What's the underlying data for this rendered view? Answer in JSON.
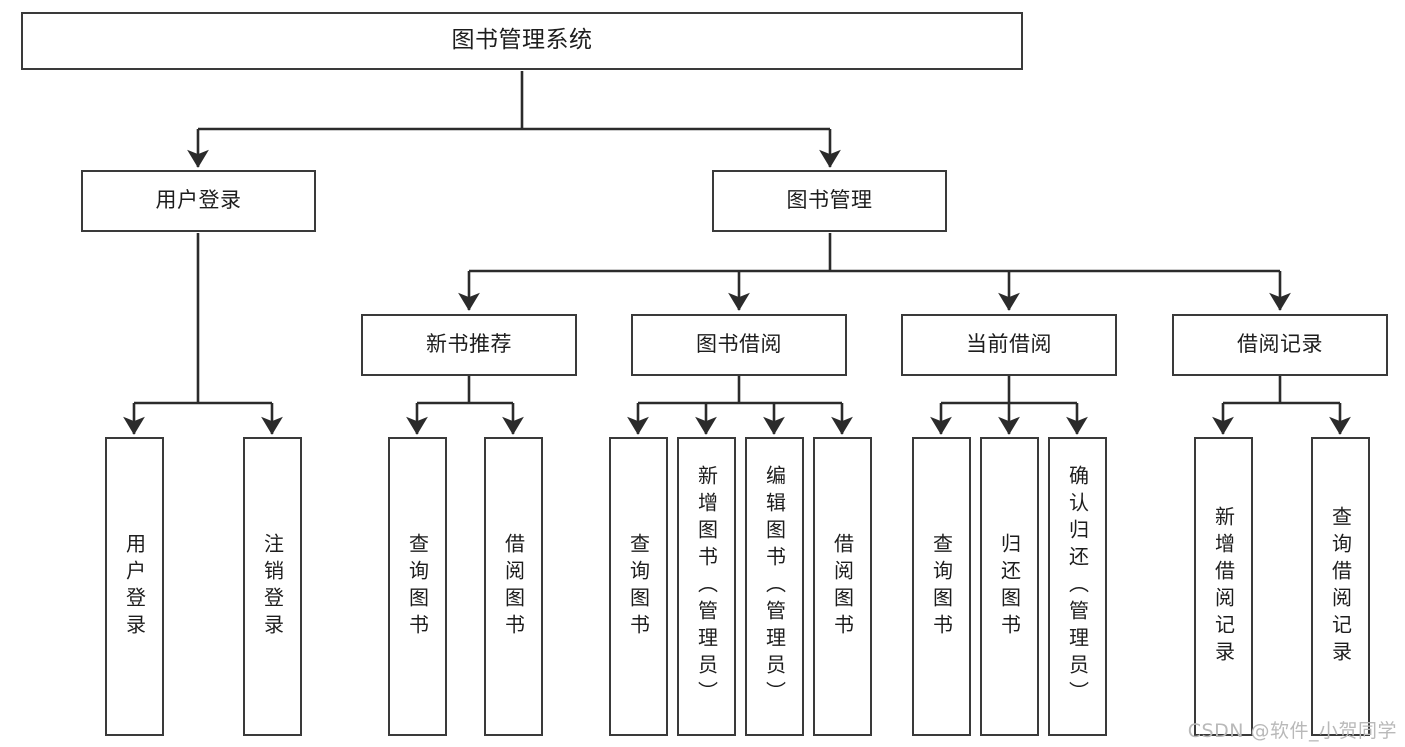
{
  "diagram": {
    "title": "图书管理系统",
    "type": "tree",
    "orientation": "top-down",
    "colors": {
      "box_border": "#3a3a3a",
      "box_fill": "#ffffff",
      "edge": "#2b2b2b",
      "text": "#1d1d1d",
      "watermark": "#b9b9b9",
      "background": "#ffffff"
    },
    "watermark": "CSDN @软件_小贺同学"
  },
  "nodes": {
    "root": {
      "label": "图书管理系统"
    },
    "level1": [
      {
        "id": "user-login",
        "label": "用户登录"
      },
      {
        "id": "book-management",
        "label": "图书管理"
      }
    ],
    "level2": [
      {
        "id": "new-book-recommend",
        "label": "新书推荐"
      },
      {
        "id": "book-borrow",
        "label": "图书借阅"
      },
      {
        "id": "current-borrow",
        "label": "当前借阅"
      },
      {
        "id": "borrow-record",
        "label": "借阅记录"
      }
    ],
    "leaves": [
      {
        "id": "leaf-user-login",
        "parent": "user-login",
        "label": "用户登录"
      },
      {
        "id": "leaf-logout",
        "parent": "user-login",
        "label": "注销登录"
      },
      {
        "id": "leaf-query-book-1",
        "parent": "new-book-recommend",
        "label": "查询图书"
      },
      {
        "id": "leaf-borrow-book-1",
        "parent": "new-book-recommend",
        "label": "借阅图书"
      },
      {
        "id": "leaf-query-book-2",
        "parent": "book-borrow",
        "label": "查询图书"
      },
      {
        "id": "leaf-add-book",
        "parent": "book-borrow",
        "label": "新增图书（管理员）"
      },
      {
        "id": "leaf-edit-book",
        "parent": "book-borrow",
        "label": "编辑图书（管理员）"
      },
      {
        "id": "leaf-borrow-book-2",
        "parent": "book-borrow",
        "label": "借阅图书"
      },
      {
        "id": "leaf-query-book-3",
        "parent": "current-borrow",
        "label": "查询图书"
      },
      {
        "id": "leaf-return-book",
        "parent": "current-borrow",
        "label": "归还图书"
      },
      {
        "id": "leaf-confirm-return",
        "parent": "current-borrow",
        "label": "确认归还（管理员）"
      },
      {
        "id": "leaf-add-record",
        "parent": "borrow-record",
        "label": "新增借阅记录"
      },
      {
        "id": "leaf-query-record",
        "parent": "borrow-record",
        "label": "查询借阅记录"
      }
    ]
  }
}
